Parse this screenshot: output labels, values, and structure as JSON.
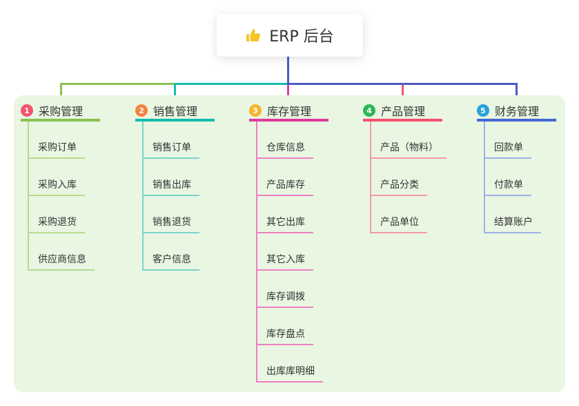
{
  "root": {
    "title": "ERP 后台",
    "icon": "thumbs-up-icon",
    "icon_color": "#f7c325"
  },
  "connectors": {
    "stem_color": "#4a5bc4",
    "segments": [
      "#88c14f",
      "#14bcae",
      "#4a5bc4"
    ],
    "drops": [
      "#88c14f",
      "#14bcae",
      "#df3a9e",
      "#f5506b",
      "#4a5bc4"
    ]
  },
  "panel": {
    "background": "#e9f6e2"
  },
  "branches": [
    {
      "num": "1",
      "label": "采购管理",
      "circle_color": "#f4536e",
      "line_color": "#88c14f",
      "item_line_color": "#b6da90",
      "items": [
        "采购订单",
        "采购入库",
        "采购退货",
        "供应商信息"
      ]
    },
    {
      "num": "2",
      "label": "销售管理",
      "circle_color": "#f5823e",
      "line_color": "#14bcae",
      "item_line_color": "#79d5c8",
      "items": [
        "销售订单",
        "销售出库",
        "销售退货",
        "客户信息"
      ]
    },
    {
      "num": "3",
      "label": "库存管理",
      "circle_color": "#f7b52b",
      "line_color": "#df3a9e",
      "item_line_color": "#ee7fc0",
      "items": [
        "仓库信息",
        "产品库存",
        "其它出库",
        "其它入库",
        "库存调拨",
        "库存盘点",
        "出库库明细"
      ]
    },
    {
      "num": "4",
      "label": "产品管理",
      "circle_color": "#2ab657",
      "line_color": "#f5506b",
      "item_line_color": "#f79aa6",
      "items": [
        "产品（物料）",
        "产品分类",
        "产品单位"
      ]
    },
    {
      "num": "5",
      "label": "财务管理",
      "circle_color": "#2aa1dc",
      "line_color": "#4467d3",
      "item_line_color": "#9cb0e6",
      "items": [
        "回款单",
        "付款单",
        "结算账户"
      ]
    }
  ]
}
